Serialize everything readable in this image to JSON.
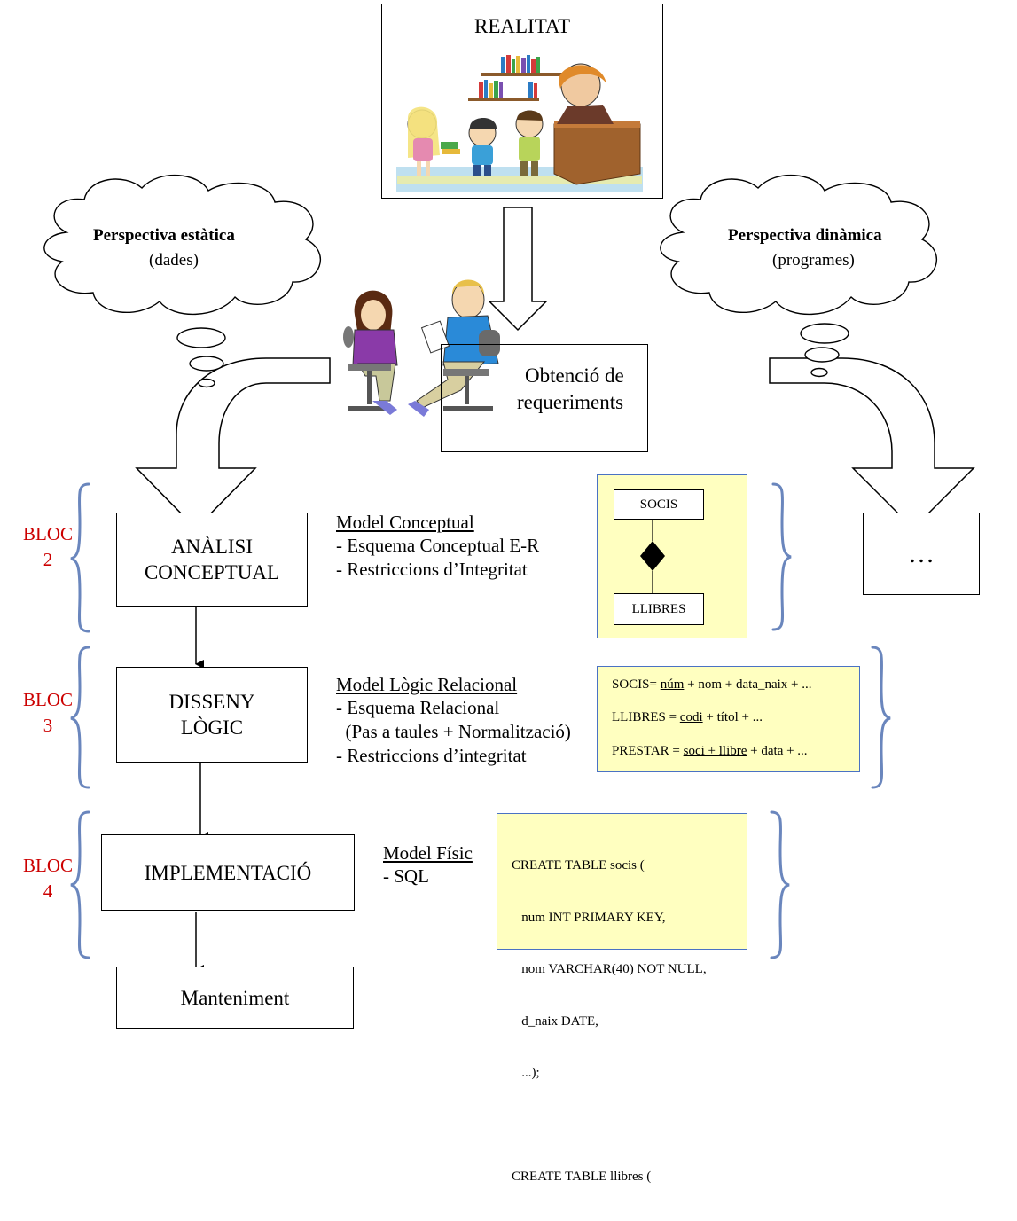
{
  "reality": {
    "title": "REALITAT"
  },
  "clouds": {
    "static": {
      "title": "Perspectiva estàtica",
      "subtitle": "(dades)"
    },
    "dynamic": {
      "title": "Perspectiva dinàmica",
      "subtitle": "(programes)"
    }
  },
  "requirements": {
    "line1": "Obtenció de",
    "line2": "requeriments"
  },
  "steps": {
    "analysis": {
      "line1": "ANÀLISI",
      "line2": "CONCEPTUAL"
    },
    "design": {
      "line1": "DISSENY",
      "line2": "LÒGIC"
    },
    "implementation": {
      "label": "IMPLEMENTACIÓ"
    },
    "maintenance": {
      "label": "Manteniment"
    },
    "dynamic_next": {
      "label": "…"
    }
  },
  "blocs": {
    "b2": {
      "word": "BLOC",
      "num": "2"
    },
    "b3": {
      "word": "BLOC",
      "num": "3"
    },
    "b4": {
      "word": "BLOC",
      "num": "4"
    }
  },
  "descriptions": {
    "conceptual": {
      "heading": "Model Conceptual",
      "items": [
        "- Esquema Conceptual E-R",
        "- Restriccions d’Integritat"
      ]
    },
    "logical": {
      "heading": "Model Lògic Relacional",
      "items": [
        "- Esquema Relacional",
        "  (Pas a taules + Normalització)",
        "- Restriccions d’integritat"
      ]
    },
    "physical": {
      "heading": "Model Físic",
      "items": [
        "- SQL"
      ]
    }
  },
  "er_example": {
    "entity_top": "SOCIS",
    "entity_bottom": "LLIBRES"
  },
  "relational_example": {
    "socis": {
      "name": "SOCIS=",
      "key": "núm",
      "rest": "+ nom + data_naix + ..."
    },
    "llibres": {
      "name": "LLIBRES =",
      "key": "codi",
      "rest": "+ títol + ..."
    },
    "prestar": {
      "name": "PRESTAR =",
      "key": "soci + llibre",
      "rest": "+ data + ..."
    }
  },
  "sql_example": {
    "lines": [
      "CREATE TABLE socis (",
      "   num INT PRIMARY KEY,",
      "   nom VARCHAR(40) NOT NULL,",
      "   d_naix DATE,",
      "   ...);",
      "",
      "CREATE TABLE llibres ("
    ]
  },
  "colors": {
    "bloc_red": "#cc0000",
    "bracket_blue": "#6a86bd",
    "note_yellow": "#ffffc0",
    "note_border": "#4a72c4"
  }
}
